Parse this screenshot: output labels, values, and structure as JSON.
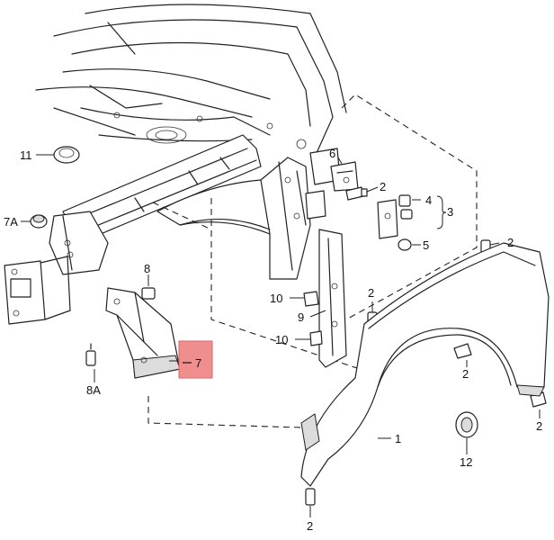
{
  "callouts": {
    "c1": "1",
    "c2a": "2",
    "c2b": "2",
    "c2c": "2",
    "c2d": "2",
    "c2e": "2",
    "c2f": "2",
    "c3": "3",
    "c4": "4",
    "c5": "5",
    "c6": "6",
    "c7": "7",
    "c7a": "7A",
    "c8": "8",
    "c8a": "8A",
    "c9": "9",
    "c10a": "10",
    "c10b": "10",
    "c11": "11",
    "c12": "12"
  },
  "colors": {
    "highlight": "#f08e8e",
    "line": "#222222"
  }
}
